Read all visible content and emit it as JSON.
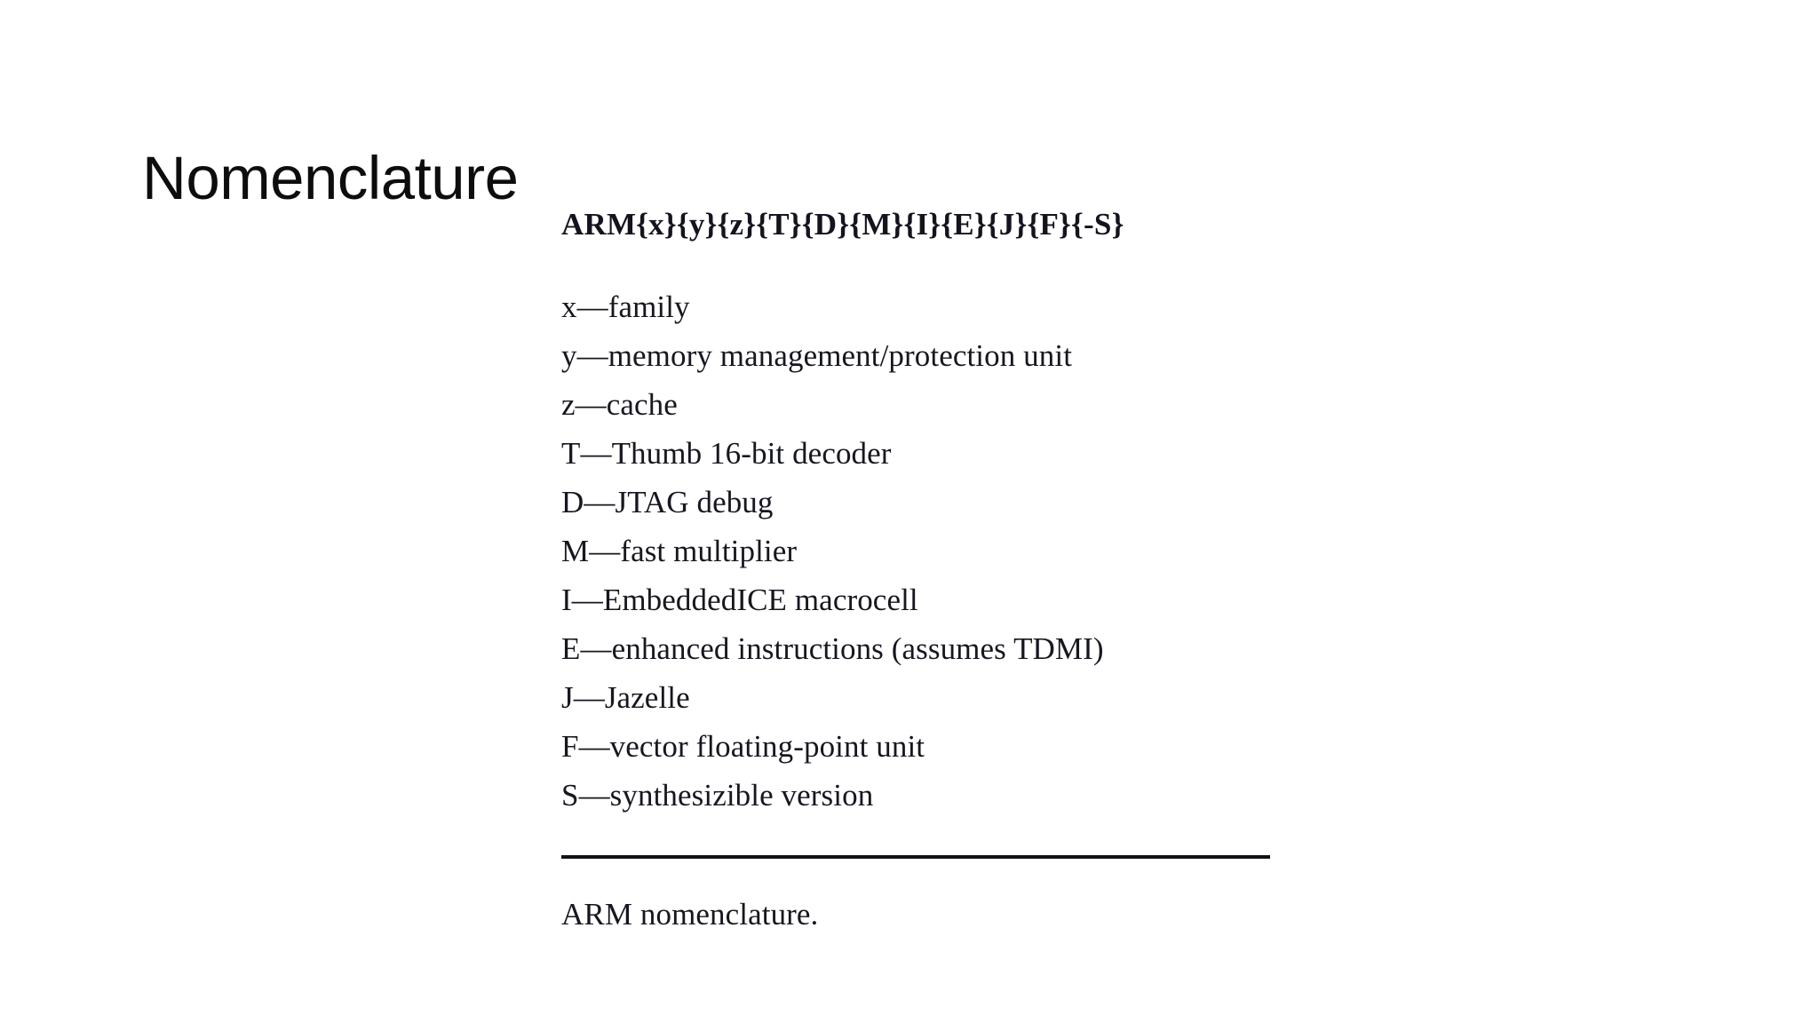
{
  "slide": {
    "title": "Nomenclature",
    "background_color": "#ffffff",
    "text_color": "#16171f"
  },
  "figure": {
    "pattern": "ARM{x}{y}{z}{T}{D}{M}{I}{E}{J}{F}{-S}",
    "legend": [
      {
        "key": "x",
        "text": "x—family"
      },
      {
        "key": "y",
        "text": "y—memory management/protection unit"
      },
      {
        "key": "z",
        "text": "z—cache"
      },
      {
        "key": "T",
        "text": "T—Thumb 16-bit decoder"
      },
      {
        "key": "D",
        "text": "D—JTAG debug"
      },
      {
        "key": "M",
        "text": "M—fast multiplier"
      },
      {
        "key": "I",
        "text": "I—EmbeddedICE macrocell"
      },
      {
        "key": "E",
        "text": "E—enhanced instructions (assumes TDMI)"
      },
      {
        "key": "J",
        "text": "J—Jazelle"
      },
      {
        "key": "F",
        "text": "F—vector floating-point unit"
      },
      {
        "key": "S",
        "text": "S—synthesizible version"
      }
    ],
    "caption": "ARM nomenclature."
  }
}
